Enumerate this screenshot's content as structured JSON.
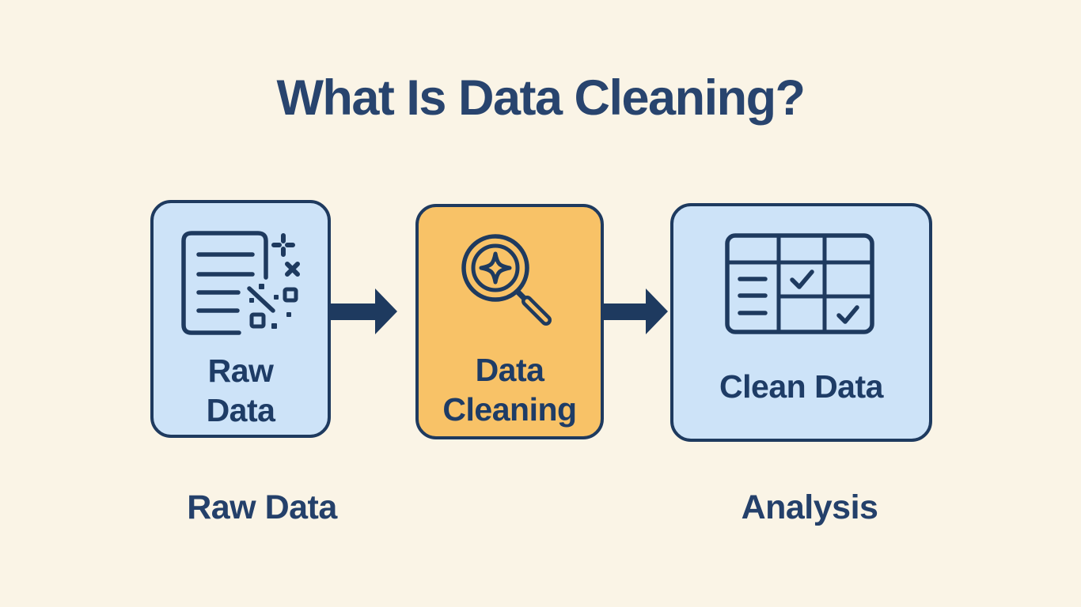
{
  "palette": {
    "background": "#faf4e6",
    "card_blue": "#cde3f8",
    "card_orange": "#f8c267",
    "outline_navy": "#1e3a5f",
    "title_navy": "#28446e",
    "label_navy": "#24406a"
  },
  "title": "What Is Data Cleaning?",
  "flow": {
    "steps": [
      {
        "id": "raw-data",
        "icon": "document-with-noise-icon",
        "label": "Raw\nData"
      },
      {
        "id": "data-cleaning",
        "icon": "magnifier-sparkle-icon",
        "label": "Data\nCleaning"
      },
      {
        "id": "clean-data",
        "icon": "table-checkmarks-icon",
        "label": "Clean Data"
      }
    ],
    "arrows": [
      {
        "id": "arrow-raw-to-cleaning",
        "icon": "arrow-right-icon"
      },
      {
        "id": "arrow-cleaning-to-clean",
        "icon": "arrow-right-icon"
      }
    ]
  },
  "bottom_labels": {
    "left": "Raw Data",
    "right": "Analysis"
  }
}
